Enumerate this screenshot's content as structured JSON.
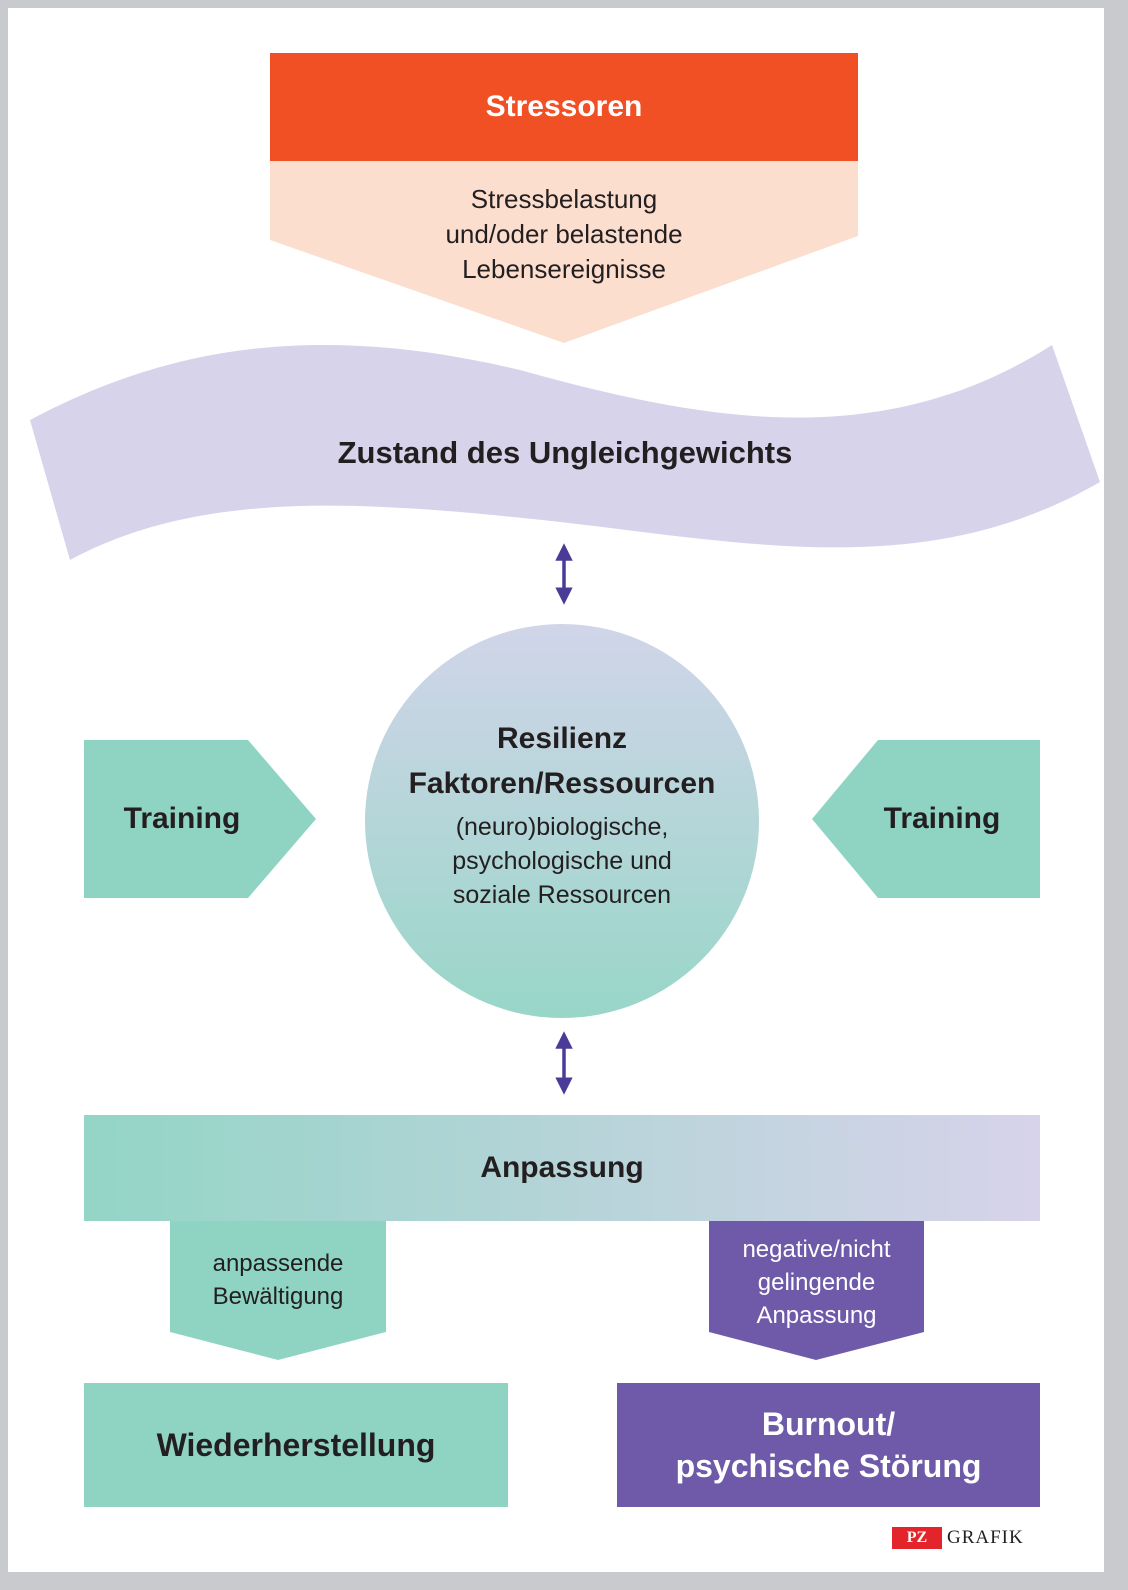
{
  "stressors": {
    "title": "Stressoren",
    "subtitle": "Stressbelastung\nund/oder belastende\nLebensereignisse"
  },
  "imbalance": {
    "label": "Zustand des Ungleichgewichts"
  },
  "resilience": {
    "title": "Resilienz",
    "subtitle": "Faktoren/Ressourcen",
    "text": "(neuro)biologische,\npsychologische und\nsoziale Ressourcen"
  },
  "training_left": {
    "label": "Training"
  },
  "training_right": {
    "label": "Training"
  },
  "adaptation": {
    "label": "Anpassung"
  },
  "branch_left": {
    "label": "anpassende\nBewältigung"
  },
  "branch_right": {
    "label": "negative/nicht\ngelingende\nAnpassung"
  },
  "outcome_left": {
    "label": "Wiederherstellung"
  },
  "outcome_right": {
    "label": "Burnout/\npsychische Störung"
  },
  "logo": {
    "brand": "PZ",
    "text": "GRAFIK"
  },
  "colors": {
    "stressor_red": "#f15025",
    "stressor_pale": "#fcdecf",
    "lavender": "#d6d3ea",
    "teal": "#8fd4c3",
    "purple": "#6e5aa9",
    "arrow_purple": "#4b3b98",
    "circle_top": "#cfd5e8",
    "circle_bottom": "#97d6c8"
  }
}
